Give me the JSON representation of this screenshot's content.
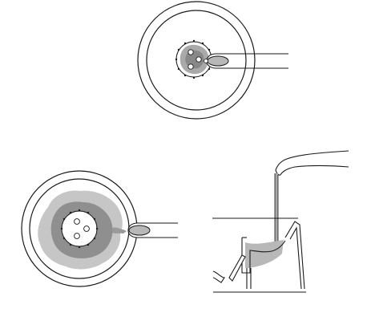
{
  "colors": {
    "background": "#ffffff",
    "line": "#1a1a1a",
    "residue_light": "#c6c6c6",
    "residue_mid": "#9a9a9a",
    "residue_dark": "#7a7a7a",
    "fill_gray": "#b8b8b8"
  },
  "figures": [
    {
      "name": "top-view-small-spread",
      "description_visible": false
    },
    {
      "name": "top-view-large-spread",
      "description_visible": false
    },
    {
      "name": "side-view-pour",
      "description_visible": false
    }
  ]
}
